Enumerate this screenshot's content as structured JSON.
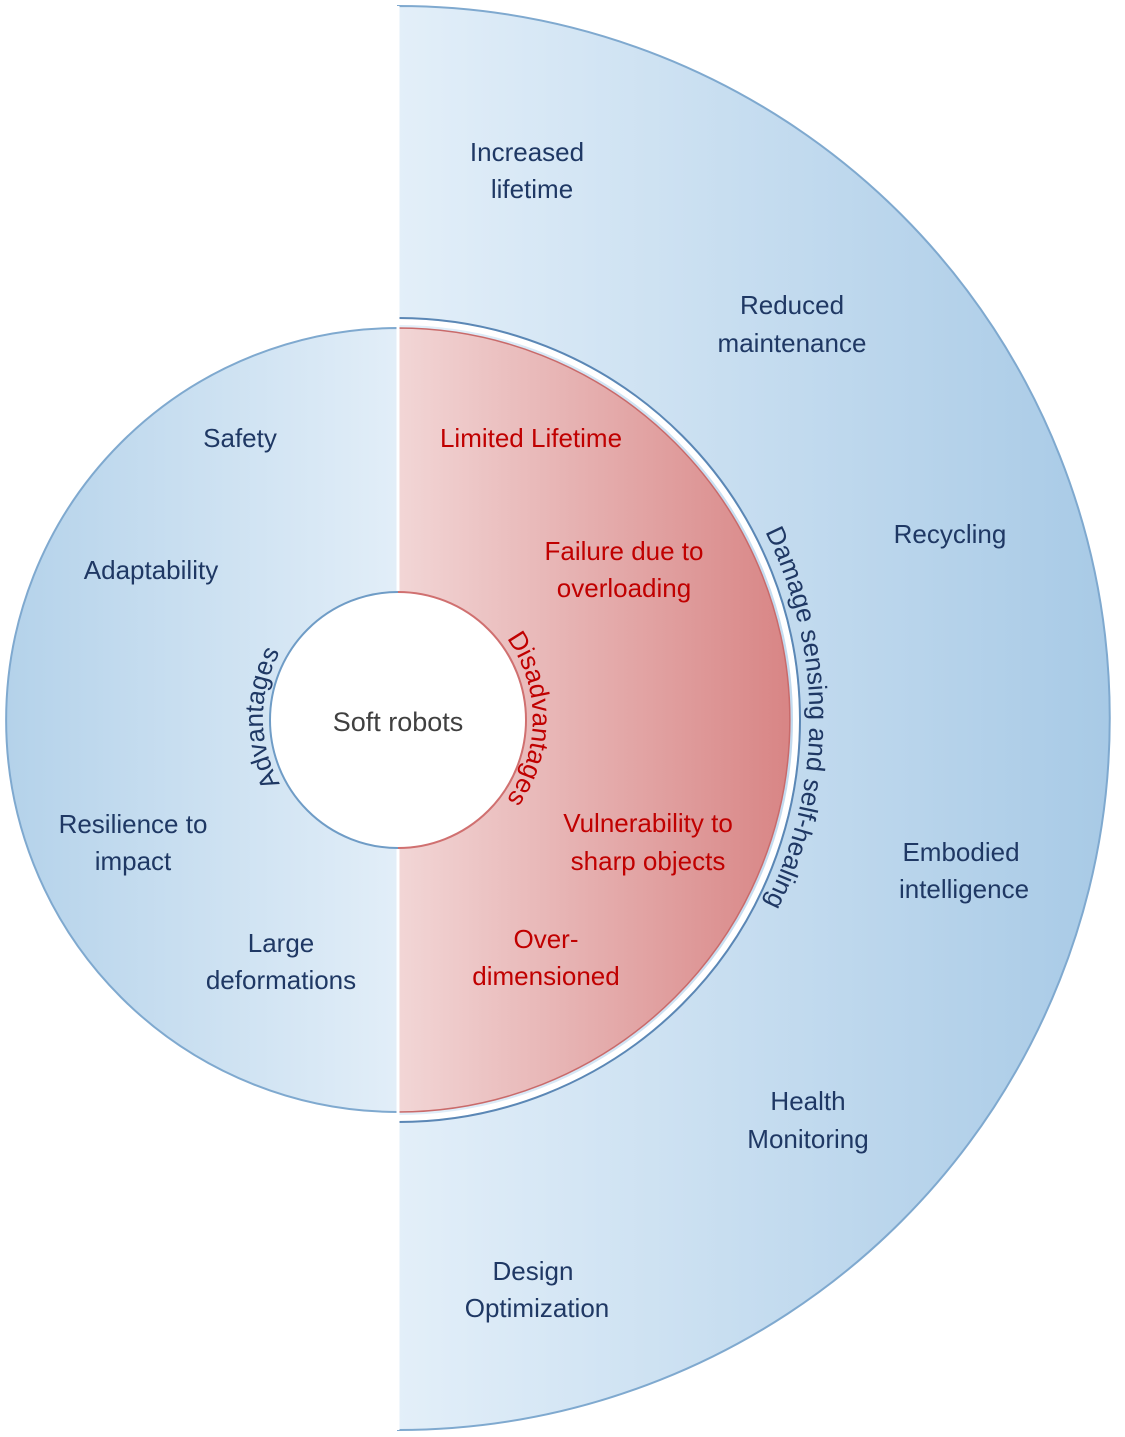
{
  "center": {
    "label": "Soft robots"
  },
  "advantages": {
    "title": "Advantages",
    "items": [
      [
        "Safety"
      ],
      [
        "Adaptability"
      ],
      [
        "Resilience to",
        "impact"
      ],
      [
        "Large",
        "deformations"
      ]
    ]
  },
  "disadvantages": {
    "title": "Disadvantages",
    "items": [
      [
        "Limited Lifetime"
      ],
      [
        "Failure due to",
        "overloading"
      ],
      [
        "Vulnerability to",
        "sharp objects"
      ],
      [
        "Over-",
        "dimensioned"
      ]
    ]
  },
  "self_healing": {
    "title": "Damage sensing and self-healing",
    "items": [
      [
        "Increased",
        "lifetime"
      ],
      [
        "Reduced",
        "maintenance"
      ],
      [
        "Recycling"
      ],
      [
        "Embodied",
        "intelligence"
      ],
      [
        "Health",
        "Monitoring"
      ],
      [
        "Design",
        "Optimization"
      ]
    ]
  },
  "colors": {
    "text_blue": "#1f3864",
    "text_red": "#c00000",
    "ring_blue_light": "#e2eef8",
    "ring_blue_dark": "#a9cbe6",
    "red_light": "#f2d4d4",
    "red_dark": "#d98888"
  }
}
